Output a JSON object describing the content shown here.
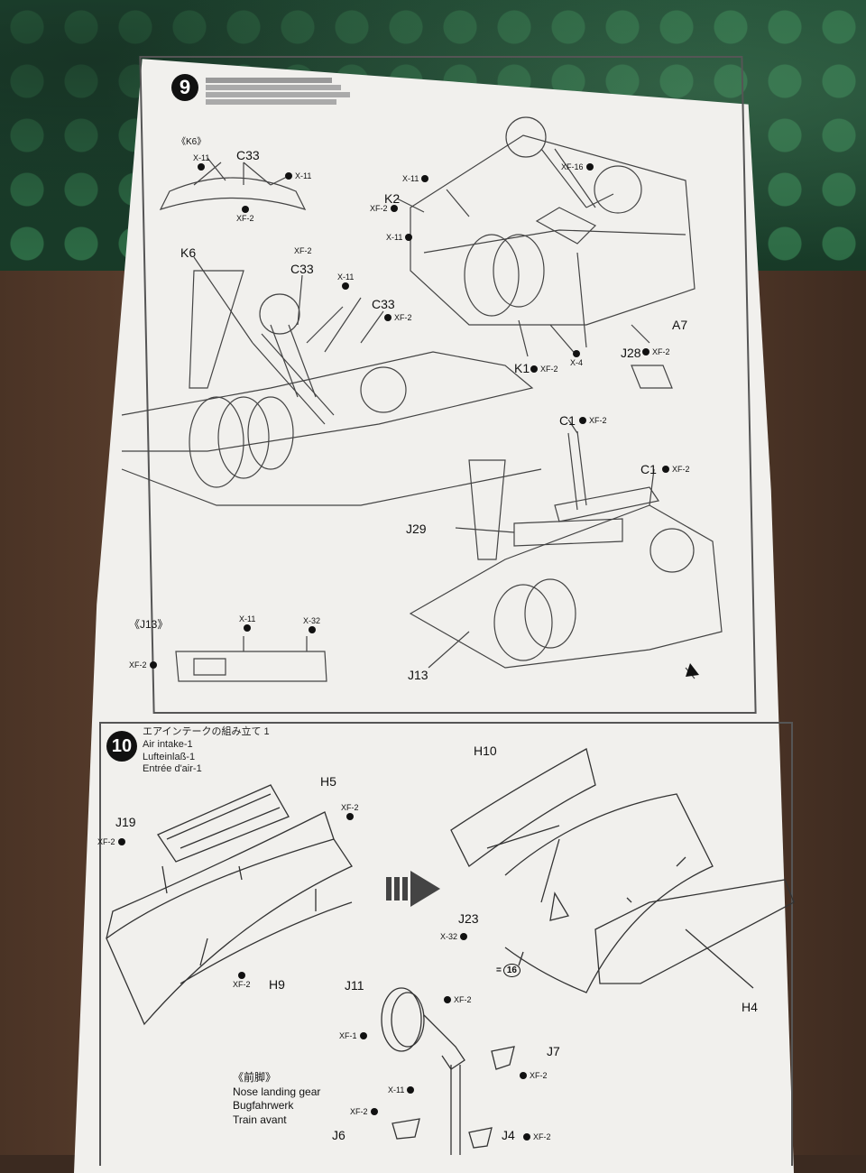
{
  "step9": {
    "number": "9",
    "inset_k6": "《K6》",
    "inset_j13": "《J13》",
    "labels": [
      "C33",
      "K6",
      "C33",
      "C33",
      "K2",
      "A7",
      "K1",
      "J28",
      "C1",
      "C1",
      "J29",
      "J13"
    ],
    "paints": [
      "X-11",
      "X-11",
      "XF-2",
      "XF-2",
      "X-11",
      "XF-2",
      "XF-16",
      "X-11",
      "X-11",
      "XF-2",
      "X-4",
      "XF-2",
      "XF-2",
      "XF-2",
      "XF-2",
      "X-11",
      "X-32",
      "XF-2"
    ]
  },
  "step10": {
    "number": "10",
    "title_ja": "エアインテークの組み立て 1",
    "title_en": "Air intake-1",
    "title_de": "Lufteinlaß-1",
    "title_fr": "Entrée d'air-1",
    "labels": {
      "h5": "H5",
      "j19": "J19",
      "h9": "H9",
      "h10": "H10",
      "j23": "J23",
      "h4": "H4",
      "j11": "J11",
      "j7": "J7",
      "j6": "J6",
      "j4": "J4"
    },
    "paints": {
      "xf2_a": "XF-2",
      "xf2_b": "XF-2",
      "xf2_c": "XF-2",
      "x32": "X-32",
      "xf2_d": "XF-2",
      "xf1": "XF-1",
      "xf2_e": "XF-2",
      "x11": "X-11",
      "xf2_f": "XF-2",
      "xf2_g": "XF-2"
    },
    "ref_step": "16",
    "nose_gear": {
      "ja": "《前脚》",
      "en": "Nose landing gear",
      "de": "Bugfahrwerk",
      "fr": "Train avant"
    }
  }
}
